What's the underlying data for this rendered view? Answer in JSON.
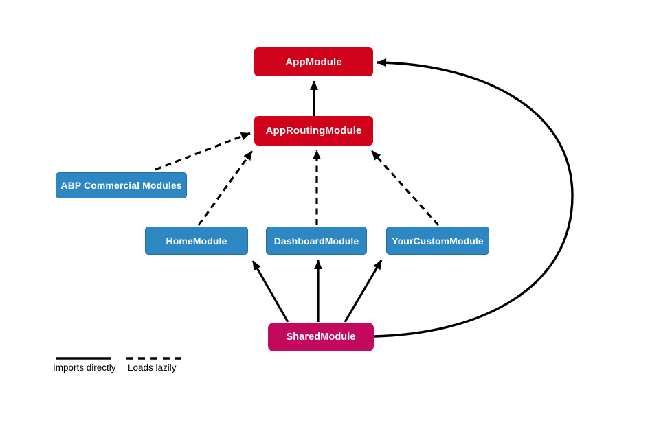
{
  "diagram": {
    "title": "Angular module dependency diagram",
    "background": "#ffffff",
    "arrow_color": "#000000"
  },
  "nodes": {
    "app_module": {
      "label": "AppModule",
      "color": "#d0021b"
    },
    "app_routing": {
      "label": "AppRoutingModule",
      "color": "#d0021b"
    },
    "abp_commercial": {
      "label": "ABP Commercial Modules",
      "color": "#2d87c3"
    },
    "home_module": {
      "label": "HomeModule",
      "color": "#2d87c3"
    },
    "dashboard_module": {
      "label": "DashboardModule",
      "color": "#2d87c3"
    },
    "your_custom_module": {
      "label": "YourCustomModule",
      "color": "#2d87c3"
    },
    "shared_module": {
      "label": "SharedModule",
      "color": "#c2095e"
    }
  },
  "edges": [
    {
      "from": "AppRoutingModule",
      "to": "AppModule",
      "type": "imports-directly"
    },
    {
      "from": "ABP Commercial Modules",
      "to": "AppRoutingModule",
      "type": "loads-lazily"
    },
    {
      "from": "HomeModule",
      "to": "AppRoutingModule",
      "type": "loads-lazily"
    },
    {
      "from": "DashboardModule",
      "to": "AppRoutingModule",
      "type": "loads-lazily"
    },
    {
      "from": "YourCustomModule",
      "to": "AppRoutingModule",
      "type": "loads-lazily"
    },
    {
      "from": "SharedModule",
      "to": "HomeModule",
      "type": "imports-directly"
    },
    {
      "from": "SharedModule",
      "to": "DashboardModule",
      "type": "imports-directly"
    },
    {
      "from": "SharedModule",
      "to": "YourCustomModule",
      "type": "imports-directly"
    },
    {
      "from": "SharedModule",
      "to": "AppModule",
      "type": "imports-directly"
    }
  ],
  "legend": {
    "solid_label": "Imports directly",
    "dashed_label": "Loads lazily"
  }
}
